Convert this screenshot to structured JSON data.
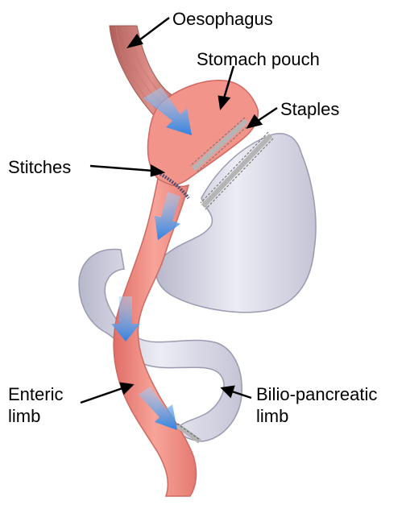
{
  "labels": {
    "oesophagus": "Oesophagus",
    "stomach_pouch": "Stomach pouch",
    "staples": "Staples",
    "stitches": "Stitches",
    "enteric_limb": "Enteric\nlimb",
    "bilio_pancreatic_limb": "Bilio-pancreatic\nlimb"
  },
  "colors": {
    "intestine_pink": "#f08a80",
    "pouch_pink": "#f3948b",
    "remnant_grey": "#d8d8e6",
    "flow_arrow_blue": "#3d8fe6",
    "staple_grey": "#8a8a8a",
    "stitch_dark": "#5a5a7a",
    "label_text": "#000000"
  }
}
